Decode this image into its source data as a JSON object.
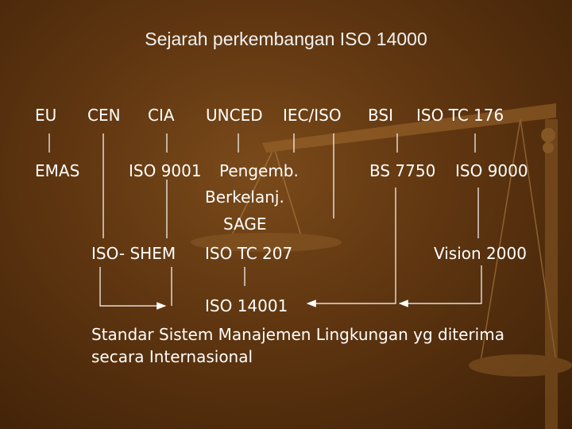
{
  "slide": {
    "title": "Sejarah perkembangan ISO 14000",
    "colors": {
      "background": "#5e3510",
      "text": "#ffffff",
      "lines": "#ffffff"
    }
  },
  "row1": {
    "eu": "EU",
    "cen": "CEN",
    "cia": "CIA",
    "unced": "UNCED",
    "iec_iso": "IEC/ISO",
    "bsi": "BSI",
    "iso_tc_176": "ISO TC 176"
  },
  "row2": {
    "emas": "EMAS",
    "iso_9001": "ISO 9001",
    "pengemb": "Pengemb.",
    "bs_7750": "BS 7750",
    "iso_9000": "ISO 9000"
  },
  "row3": {
    "berkelanj": "Berkelanj.",
    "sage": "SAGE"
  },
  "row4": {
    "iso_shem": "ISO- SHEM",
    "iso_tc_207": "ISO TC 207",
    "vision_2000": "Vision 2000"
  },
  "result": {
    "iso_14001": "ISO 14001",
    "line1": "Standar Sistem Manajemen Lingkungan yg diterima",
    "line2": "secara Internasional"
  }
}
